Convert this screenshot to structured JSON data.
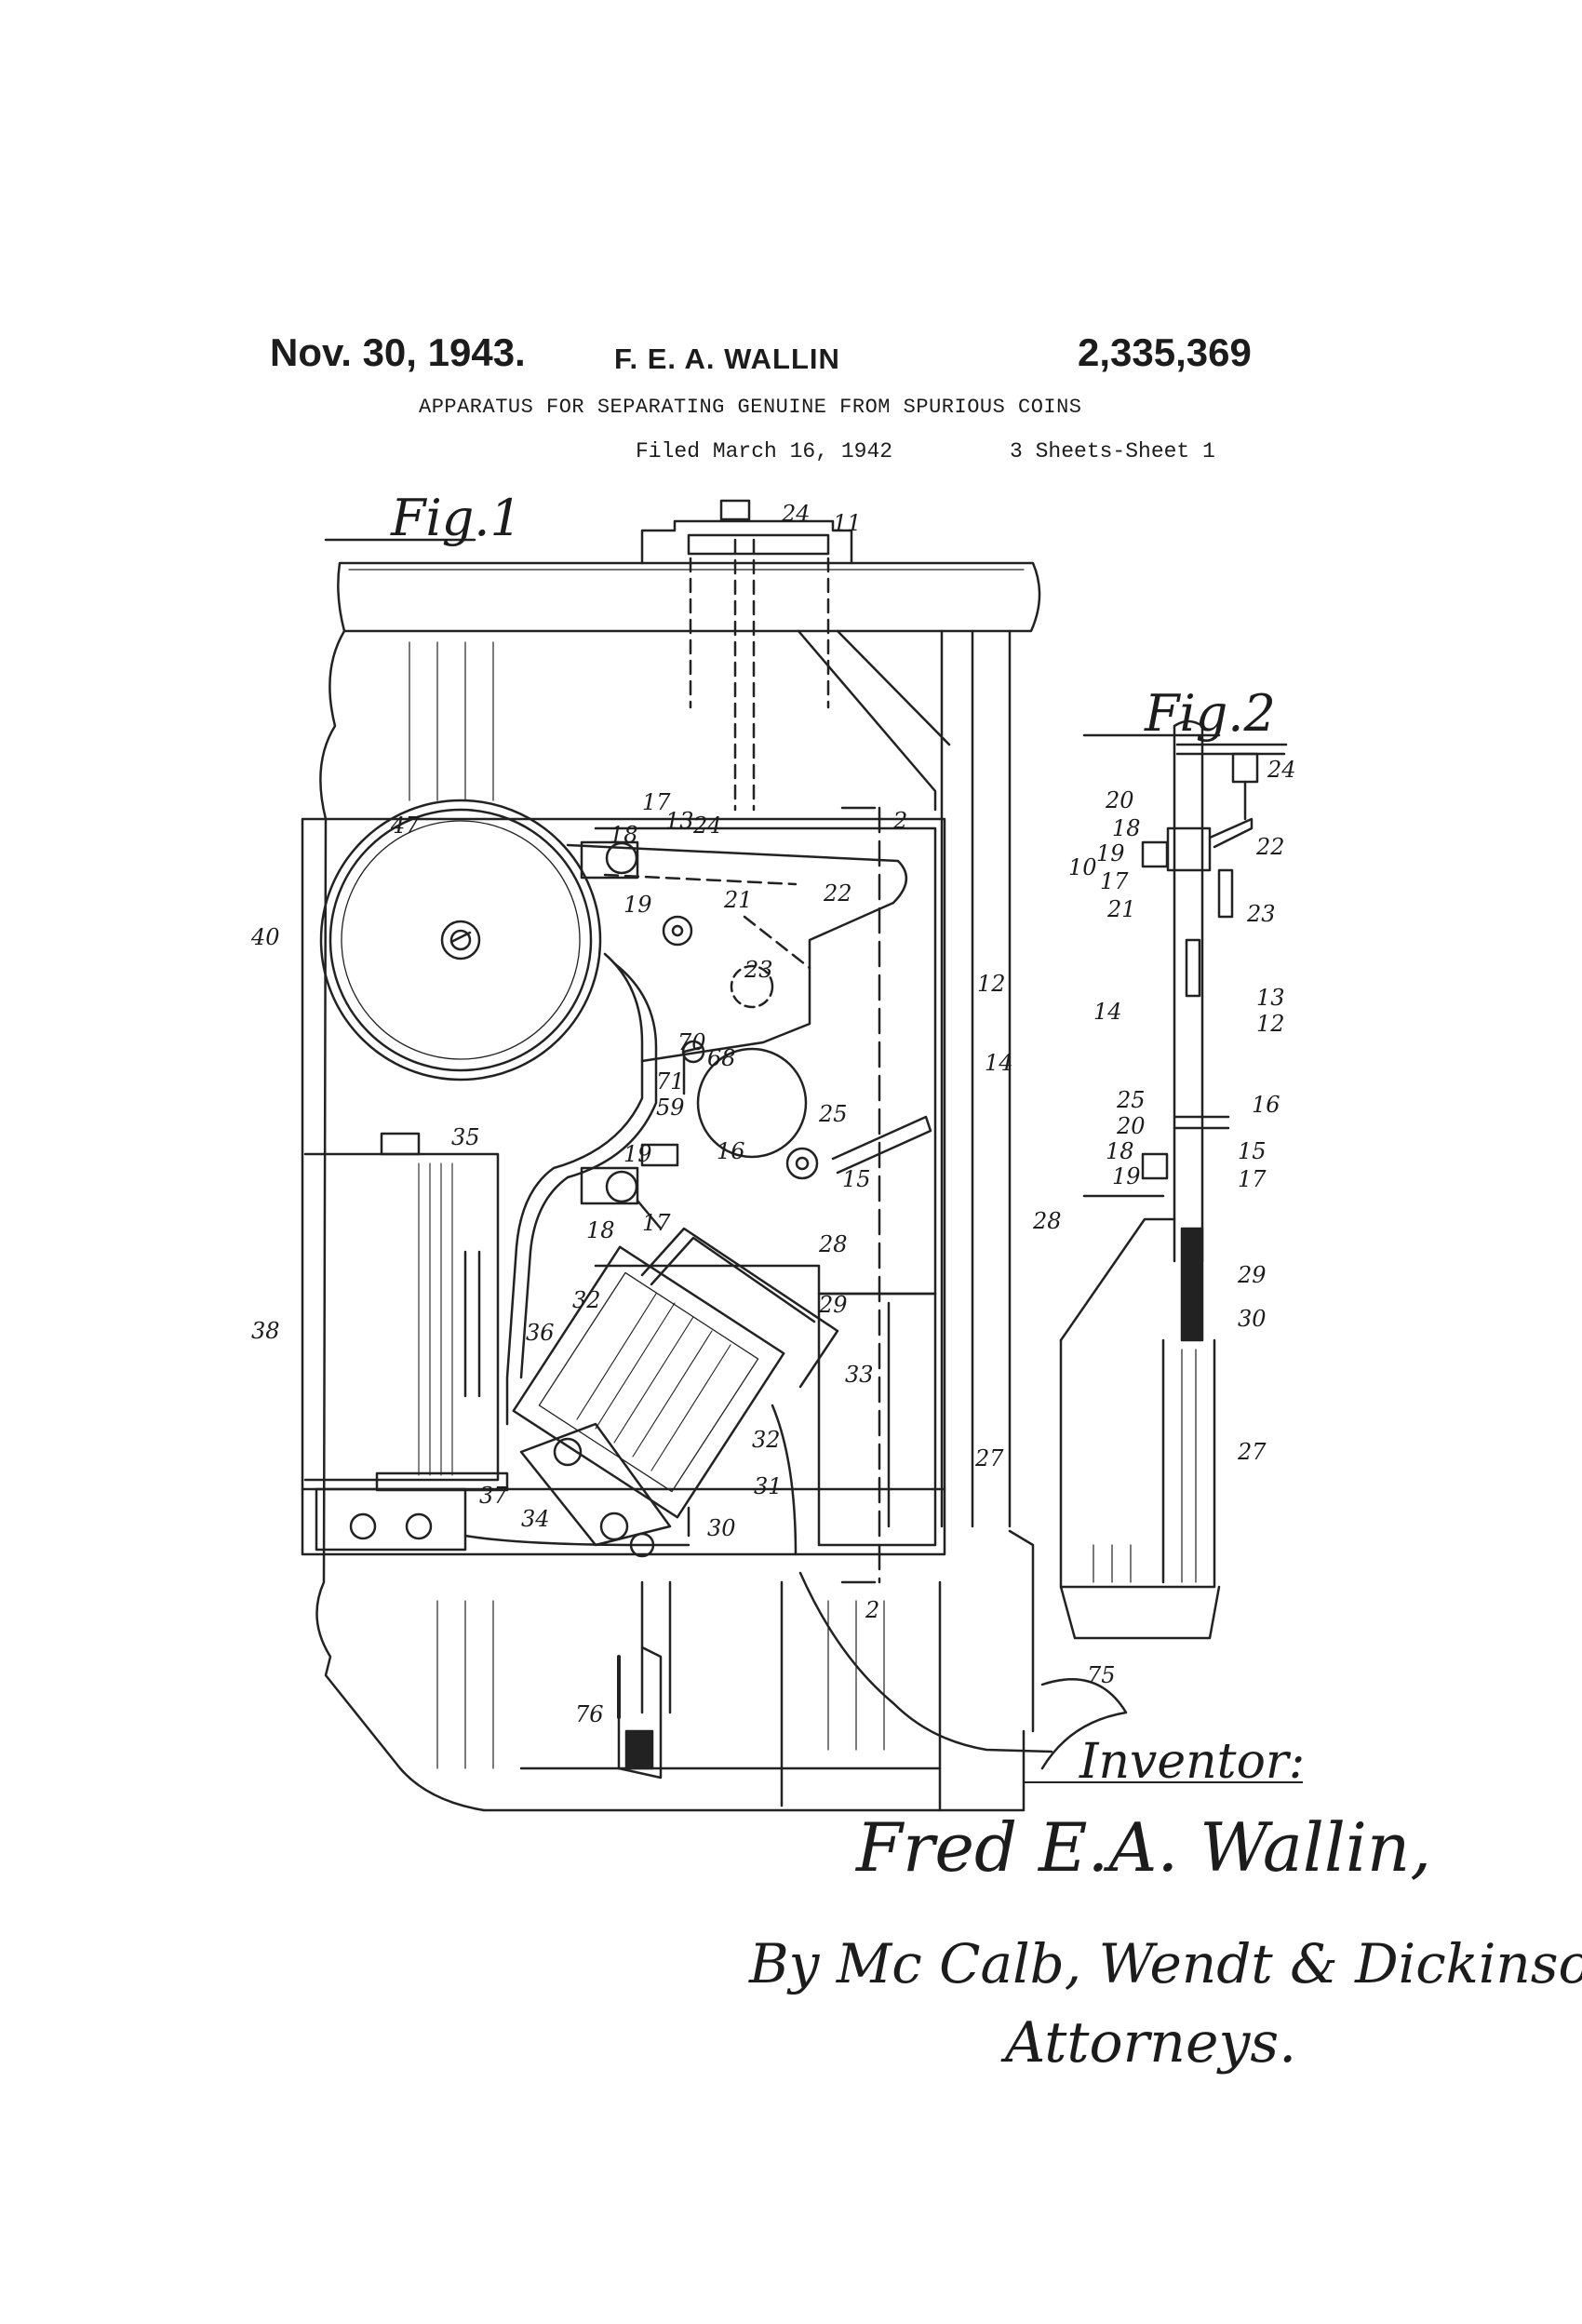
{
  "header": {
    "date": "Nov. 30, 1943.",
    "inventor": "F. E. A. WALLIN",
    "patent_number": "2,335,369",
    "title": "APPARATUS FOR SEPARATING GENUINE FROM SPURIOUS COINS",
    "filed": "Filed March 16, 1942",
    "sheets": "3 Sheets-Sheet 1"
  },
  "figures": {
    "fig1_label": "Fig.1",
    "fig2_label": "Fig.2"
  },
  "fig1_labels": [
    "24",
    "11",
    "2",
    "10",
    "47",
    "17",
    "13",
    "24",
    "18",
    "19",
    "21",
    "22",
    "12",
    "40",
    "23",
    "14",
    "70",
    "68",
    "71",
    "59",
    "25",
    "16",
    "19",
    "15",
    "35",
    "18",
    "17",
    "28",
    "29",
    "32",
    "38",
    "36",
    "33",
    "32",
    "27",
    "31",
    "37",
    "34",
    "30",
    "2",
    "76",
    "75"
  ],
  "fig2_labels": [
    "24",
    "20",
    "18",
    "19",
    "22",
    "17",
    "21",
    "23",
    "13",
    "14",
    "12",
    "25",
    "16",
    "20",
    "18",
    "15",
    "19",
    "17",
    "28",
    "29",
    "30",
    "27"
  ],
  "signature": {
    "inventor_heading": "Inventor:",
    "inventor_name": "Fred E.A. Wallin,",
    "by_line": "By Mc Calb, Wendt & Dickinson",
    "attorneys": "Attorneys."
  }
}
